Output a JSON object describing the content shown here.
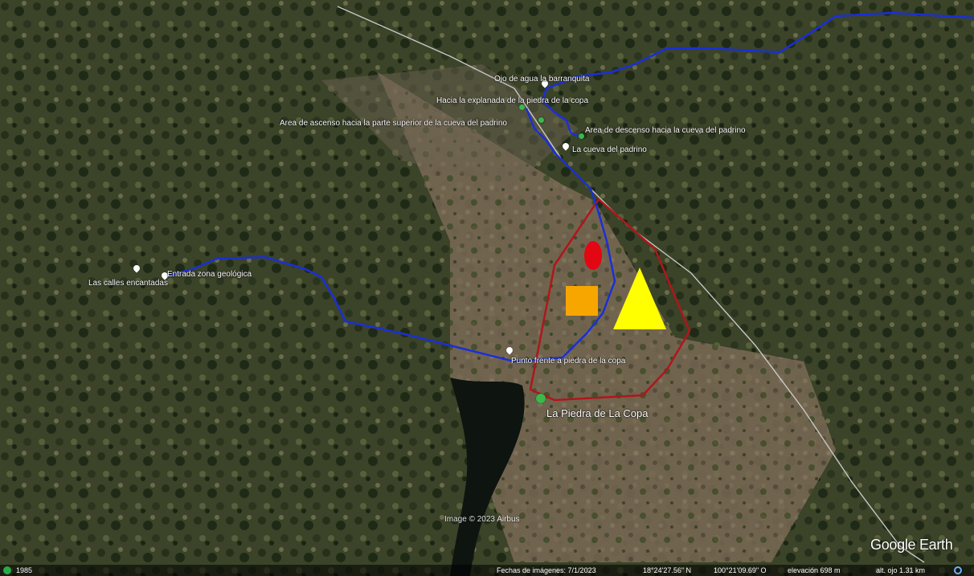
{
  "map": {
    "app": "Google Earth",
    "imagery_credit": "Image © 2023 Airbus",
    "colors": {
      "trail": "#1a2fd8",
      "road": "#c8c8c8",
      "boundary": "#b0161c",
      "circle_marker": "#e30613",
      "square_marker": "#f7a600",
      "triangle_marker": "#ffff00",
      "pin_white": "#ffffff",
      "pin_green": "#3cb84a"
    },
    "places": [
      {
        "name": "Ojo de agua la barranquita",
        "pin": "white-pin-icon"
      },
      {
        "name": "Hacia la explanada de la piedra de la copa",
        "pin": "green-pin-icon"
      },
      {
        "name": "Area de ascenso hacia la parte superior de la cueva del padrino",
        "pin": "green-pin-icon"
      },
      {
        "name": "Area de descenso  hacia la cueva del padrino",
        "pin": "green-pin-icon"
      },
      {
        "name": "La cueva del padrino",
        "pin": "white-pin-icon"
      },
      {
        "name": "Las calles encantadas",
        "pin": "white-pin-icon"
      },
      {
        "name": "Entrada zona geológica",
        "pin": "white-pin-icon"
      },
      {
        "name": "Punto frente a piedra de la copa",
        "pin": "white-pin-icon"
      },
      {
        "name": "La Piedra de La Copa",
        "pin": "hiker-icon"
      }
    ]
  },
  "statusbar": {
    "year": "1985",
    "imagery_date": "Fechas de imágenes: 7/1/2023",
    "latitude": "18°24'27.56\" N",
    "longitude": "100°21'09.69\" O",
    "elevation": "elevación   698 m",
    "eye_altitude": "alt. ojo   1.31 km"
  }
}
